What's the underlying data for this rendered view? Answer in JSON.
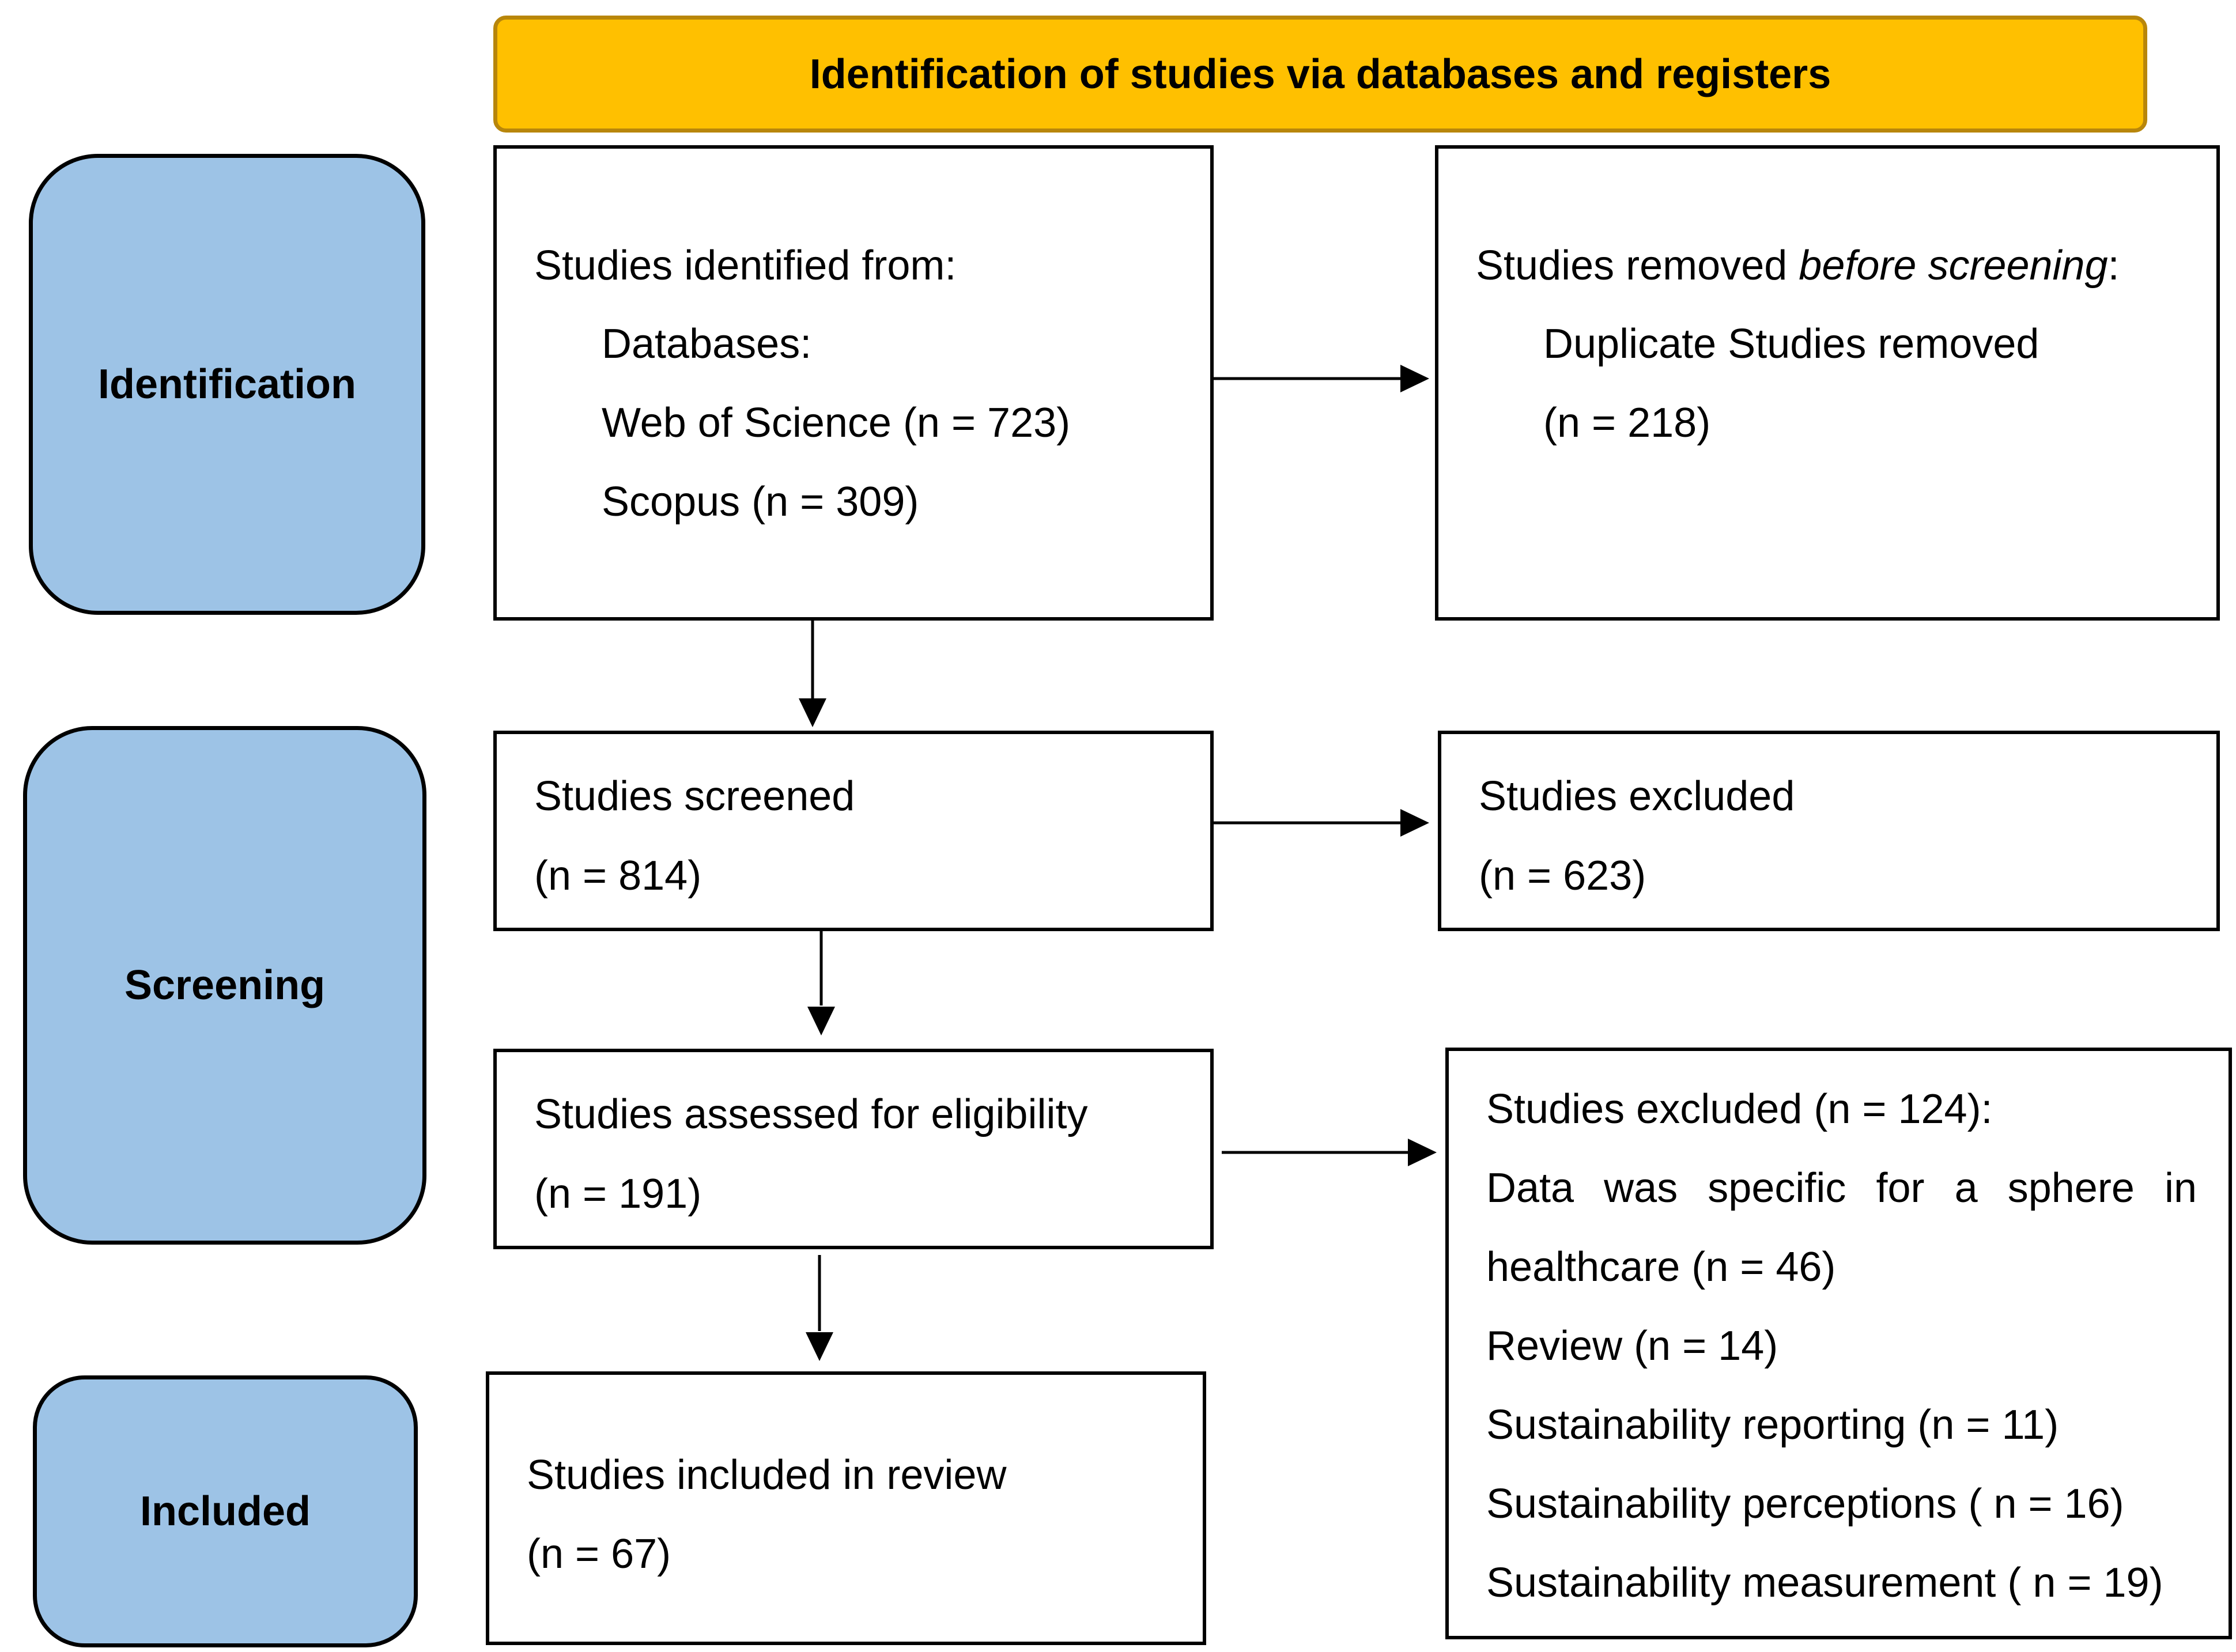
{
  "colors": {
    "banner": "#ffc000",
    "banner_border": "#b8860b",
    "stage": "#9dc3e6",
    "border": "#000000"
  },
  "header": {
    "title": "Identification of studies via databases and registers"
  },
  "stages": {
    "identification": "Identification",
    "screening": "Screening",
    "included": "Included"
  },
  "identified": {
    "heading": "Studies identified from:",
    "databases_label": "Databases:",
    "wos": "Web of Science (n = 723)",
    "scopus": "Scopus (n = 309)"
  },
  "removed": {
    "heading_prefix": "Studies removed ",
    "heading_emph": "before screening",
    "heading_suffix": ":",
    "line1": "Duplicate Studies removed",
    "line2": "(n = 218)"
  },
  "screened": {
    "label": "Studies screened",
    "count": "(n = 814)"
  },
  "excluded_screen": {
    "label": "Studies excluded",
    "count": "(n = 623)"
  },
  "eligibility": {
    "label": "Studies assessed for eligibility",
    "count": "(n = 191)"
  },
  "excluded_elig": {
    "heading": "Studies excluded (n = 124):",
    "reason1_line1": "Data was specific for a sphere in",
    "reason1_line2": "healthcare (n = 46)",
    "reason2": "Review (n = 14)",
    "reason3": "Sustainability reporting (n = 11)",
    "reason4": "Sustainability perceptions ( n = 16)",
    "reason5": "Sustainability measurement ( n = 19)"
  },
  "included": {
    "label": "Studies included in review",
    "count": "(n = 67)"
  }
}
